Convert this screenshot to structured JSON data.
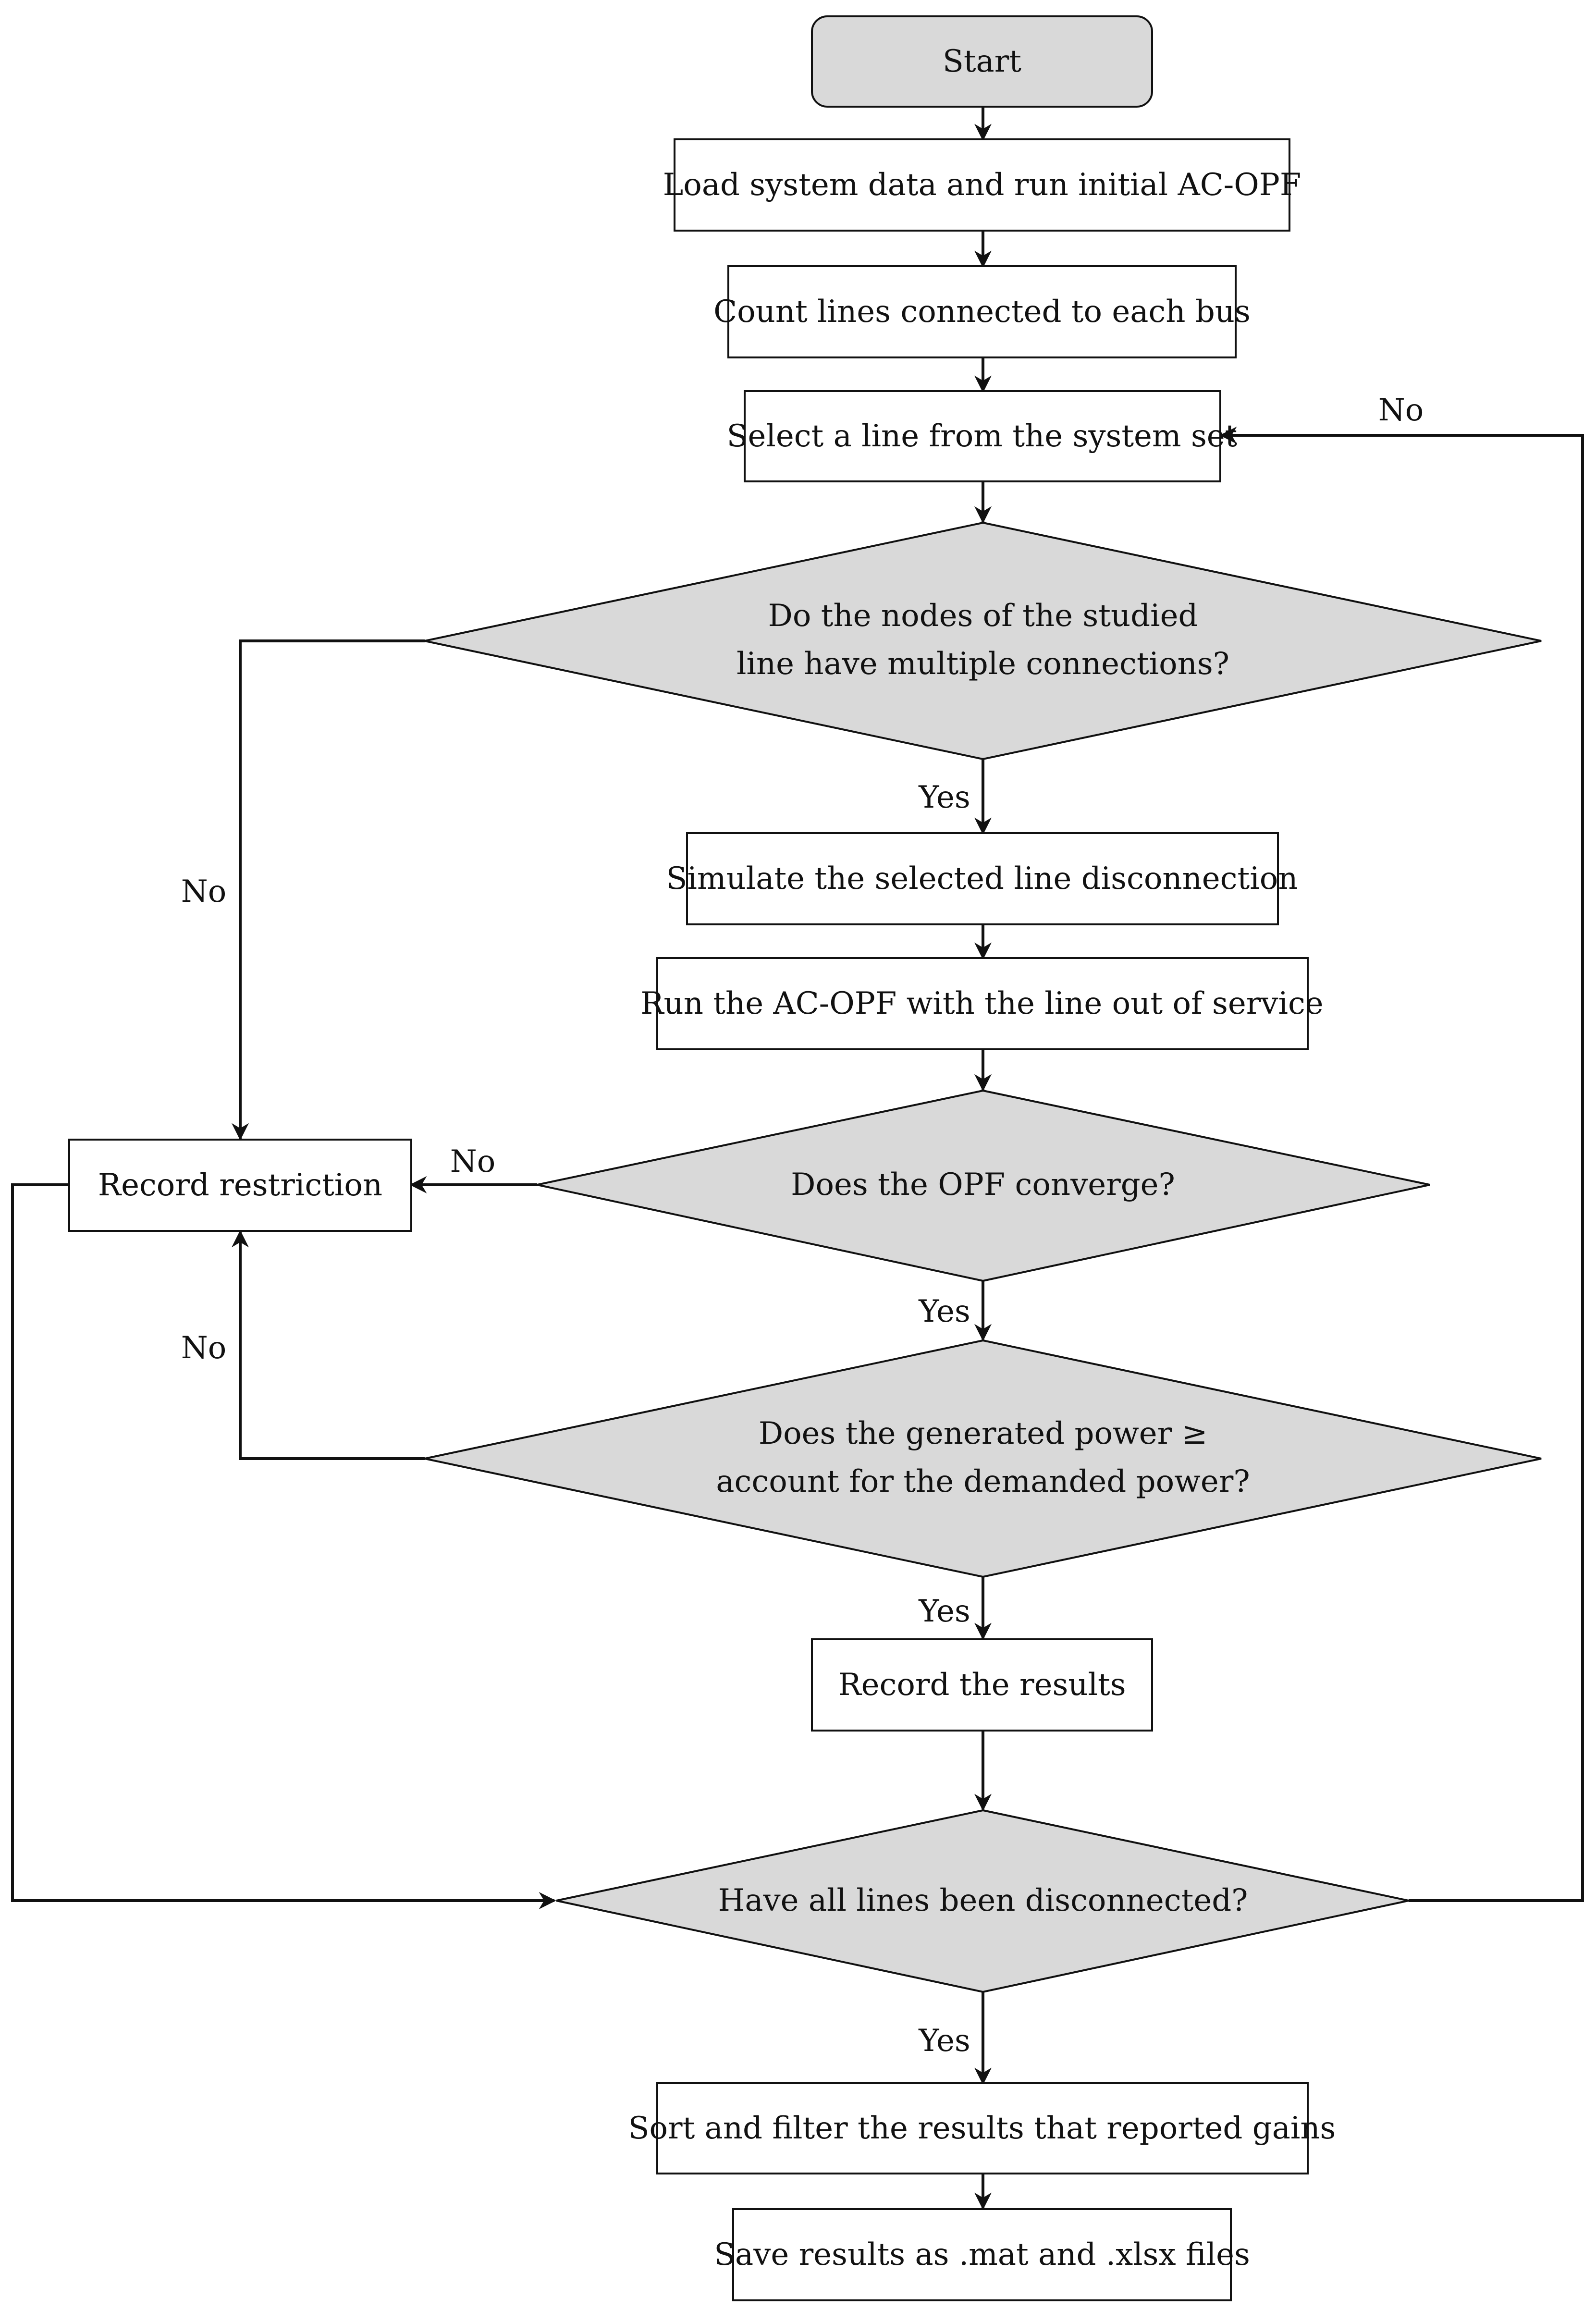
{
  "nodes": {
    "start": "Start",
    "load": "Load system data and run initial AC-OPF",
    "count": "Count lines connected to each bus",
    "select": "Select a line from the system set",
    "dec_multi_1": "Do the nodes of the studied",
    "dec_multi_2": "line have multiple connections?",
    "simulate": "Simulate the selected line disconnection",
    "run_opf": "Run the AC-OPF with the line out of service",
    "dec_converge": "Does the OPF converge?",
    "record_restriction": "Record restriction",
    "dec_power_1": "Does the generated power ≥",
    "dec_power_2": "account for the demanded power?",
    "record_results": "Record the results",
    "dec_all": "Have all lines been disconnected?",
    "sort": "Sort and filter the results that reported gains",
    "save": "Save results as .mat and .xlsx files"
  },
  "edge_labels": {
    "all_no": "No",
    "multi_no": "No",
    "multi_yes": "Yes",
    "converge_no": "No",
    "converge_yes": "Yes",
    "power_no": "No",
    "power_yes": "Yes",
    "all_yes": "Yes"
  },
  "colors": {
    "decision_fill": "#d9d9d9",
    "terminal_fill": "#d9d9d9",
    "stroke": "#111111"
  }
}
